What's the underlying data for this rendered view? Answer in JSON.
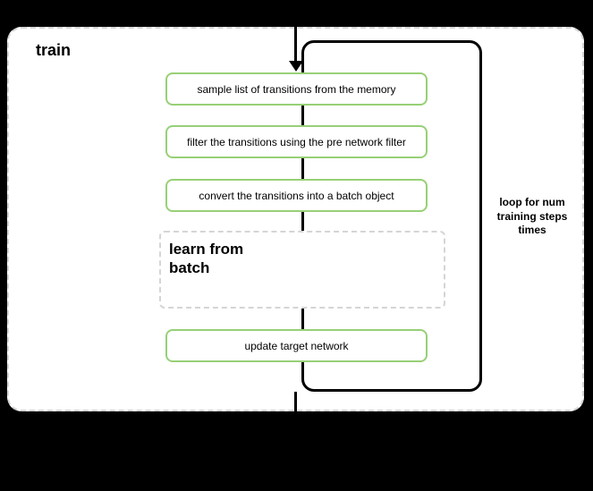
{
  "diagram": {
    "title": "train",
    "loop": {
      "label": "loop for num\ntraining steps\ntimes"
    },
    "steps": [
      {
        "label": "sample list of transitions from the memory"
      },
      {
        "label": "filter the transitions using the pre network filter"
      },
      {
        "label": "convert the transitions into a batch object"
      }
    ],
    "subprocess": {
      "label": "learn from\nbatch"
    },
    "final_step": {
      "label": "update target network"
    },
    "colors": {
      "step_border_green": "#97d077",
      "dashed_border_gray": "#d5d5d5",
      "flow_line_black": "#000000",
      "outer_background": "#000000",
      "canvas_background": "#ffffff"
    }
  }
}
